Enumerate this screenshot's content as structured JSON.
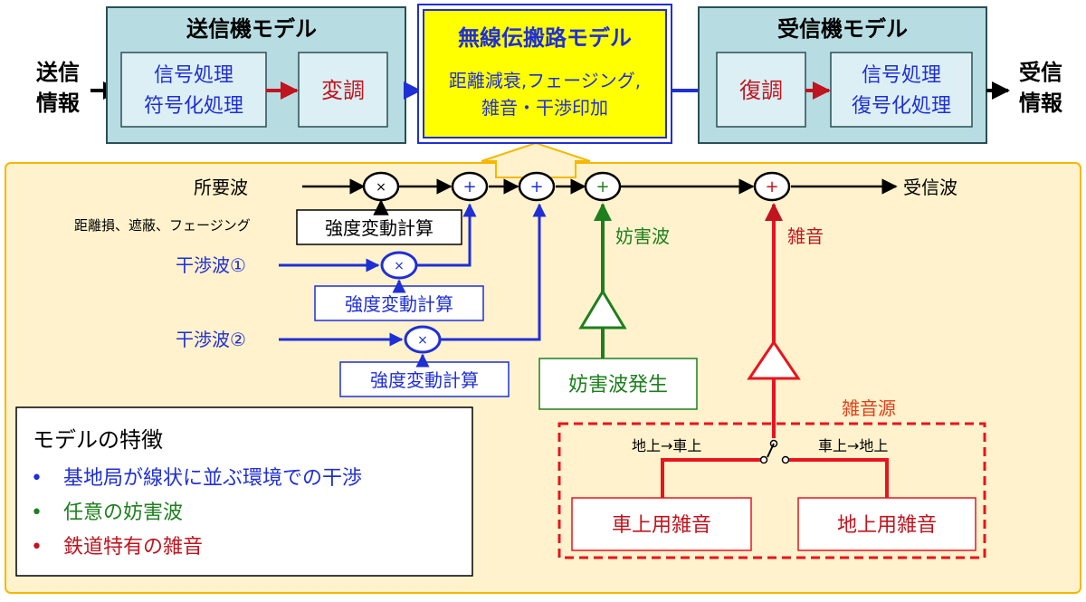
{
  "top": {
    "tx_input": [
      "送信",
      "情報"
    ],
    "rx_output": [
      "受信",
      "情報"
    ],
    "tx_model": {
      "title": "送信機モデル",
      "signal_block": [
        "信号処理",
        "符号化処理"
      ],
      "mod_block": "変調"
    },
    "channel_model": {
      "title": "無線伝搬路モデル",
      "lines": [
        "距離減衰,フェージング,",
        "雑音・干渉印加"
      ]
    },
    "rx_model": {
      "title": "受信機モデル",
      "demod_block": "復調",
      "signal_block": [
        "信号処理",
        "復号化処理"
      ]
    }
  },
  "detail": {
    "desired_wave": "所要波",
    "received_wave": "受信波",
    "loss_label": "距離損、遮蔽、フェージング",
    "strength_calc": "強度変動計算",
    "interference_1": "干渉波①",
    "interference_2": "干渉波②",
    "mult_symbol": "×",
    "add_symbol": "+",
    "jamming_wave": "妨害波",
    "jamming_gen": "妨害波発生",
    "noise": "雑音",
    "noise_source": "雑音源",
    "ground_to_train": "地上→車上",
    "train_to_ground": "車上→地上",
    "onboard_noise": "車上用雑音",
    "ground_noise": "地上用雑音"
  },
  "features": {
    "title": "モデルの特徴",
    "items": [
      {
        "bullet": "•",
        "text": "基地局が線状に並ぶ環境での干渉",
        "color": "#1f2fd6"
      },
      {
        "bullet": "•",
        "text": "任意の妨害波",
        "color": "#1e7f1e"
      },
      {
        "bullet": "•",
        "text": "鉄道特有の雑音",
        "color": "#c0141e"
      }
    ]
  },
  "colors": {
    "teal_box": "#b7dde2",
    "inner_box": "#dceff4",
    "channel_yellow": "#ffff00",
    "detail_bg": "#fff2cc",
    "detail_border": "#f5b800",
    "blue": "#1f2fd6",
    "red": "#c0141e",
    "green": "#1e7f1e",
    "orange": "#e0401c"
  }
}
